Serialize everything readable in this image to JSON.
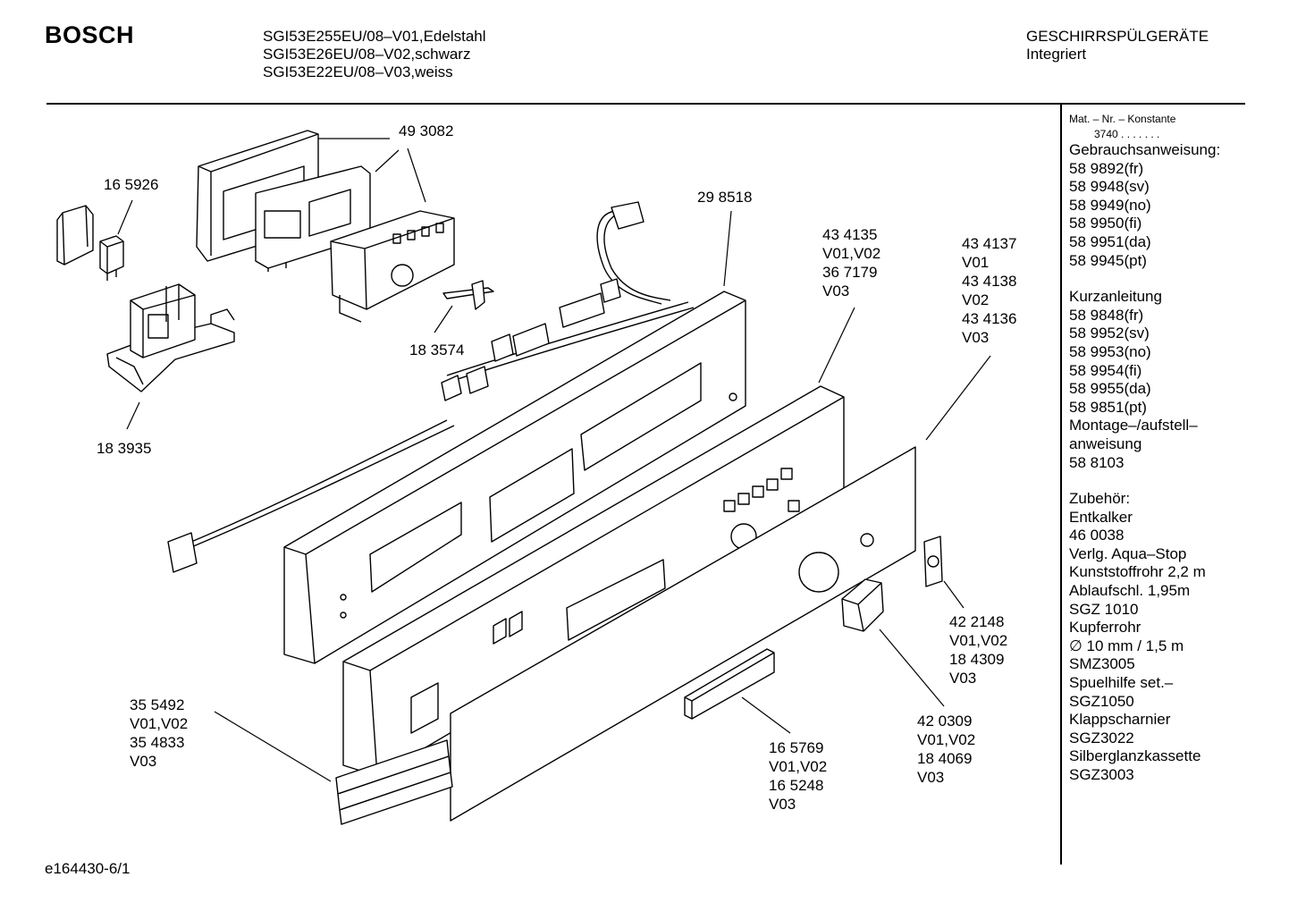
{
  "header": {
    "brand": "BOSCH",
    "models": [
      "SGI53E255EU/08–V01,Edelstahl",
      "SGI53E26EU/08–V02,schwarz",
      "SGI53E22EU/08–V03,weiss"
    ],
    "category_line1": "GESCHIRRSPÜLGERÄTE",
    "category_line2": "Integriert"
  },
  "sidebar": {
    "mat_label": "Mat. – Nr. – Konstante",
    "mat_value": "3740 . .   . . . . .",
    "lines": [
      "Gebrauchsanweisung:",
      "58 9892(fr)",
      "58 9948(sv)",
      "58 9949(no)",
      "58 9950(fi)",
      "58 9951(da)",
      "58 9945(pt)",
      "",
      "Kurzanleitung",
      "58 9848(fr)",
      "58 9952(sv)",
      "58 9953(no)",
      "58 9954(fi)",
      "58 9955(da)",
      "58 9851(pt)",
      "Montage–/aufstell–",
      "anweisung",
      "58 8103",
      "",
      "Zubehör:",
      "Entkalker",
      "46 0038",
      "Verlg. Aqua–Stop",
      "Kunststoffrohr 2,2 m",
      "Ablaufschl. 1,95m",
      "SGZ 1010",
      "Kupferrohr",
      "∅ 10 mm / 1,5 m",
      "SMZ3005",
      "Spuelhilfe set.–",
      "SGZ1050",
      "Klappscharnier",
      "SGZ3022",
      "Silberglanzkassette",
      "SGZ3003"
    ]
  },
  "parts": {
    "p493082": [
      "49 3082"
    ],
    "p165926": [
      "16 5926"
    ],
    "p183935": [
      "18 3935"
    ],
    "p298518": [
      "29 8518"
    ],
    "p183574": [
      "18 3574"
    ],
    "p434135": [
      "43 4135",
      "V01,V02",
      "36 7179",
      "V03"
    ],
    "p434137": [
      "43 4137",
      "V01",
      "43 4138",
      "V02",
      "43 4136",
      "V03"
    ],
    "p422148": [
      "42 2148",
      "V01,V02",
      "18 4309",
      "V03"
    ],
    "p420309": [
      "42 0309",
      "V01,V02",
      "18 4069",
      "V03"
    ],
    "p165769": [
      "16 5769",
      "V01,V02",
      "16 5248",
      "V03"
    ],
    "p355492": [
      "35 5492",
      "V01,V02",
      "35 4833",
      "V03"
    ]
  },
  "footer": {
    "code": "e164430-6/1"
  }
}
